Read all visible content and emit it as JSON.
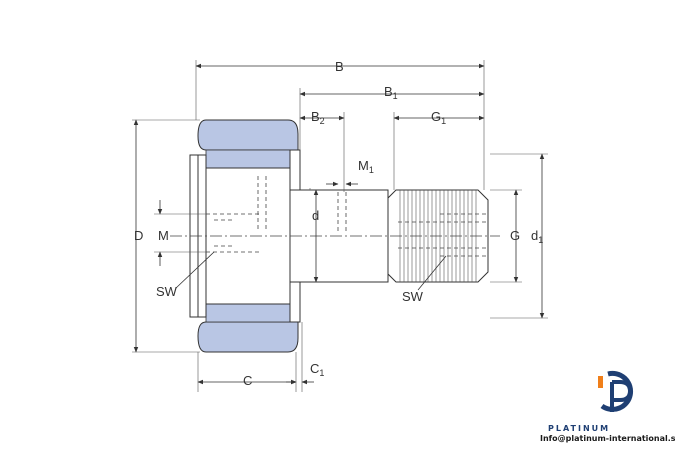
{
  "labels": {
    "B": "B",
    "B1": "B",
    "B1_sub": "1",
    "B2": "B",
    "B2_sub": "2",
    "G1": "G",
    "G1_sub": "1",
    "M1": "M",
    "M1_sub": "1",
    "D": "D",
    "M": "M",
    "d": "d",
    "G": "G",
    "d1": "d",
    "d1_sub": "1",
    "SW_left": "SW",
    "SW_right": "SW",
    "C": "C",
    "C1": "C",
    "C1_sub": "1"
  },
  "logo": {
    "brand": "PLATINUM",
    "email": "Info@platinum-international.store"
  },
  "colors": {
    "line": "#333333",
    "outer_ring": "#b9c6e4",
    "shaft": "#ffffff",
    "logo_blue": "#1f3f73",
    "logo_accent": "#f07f1a"
  }
}
